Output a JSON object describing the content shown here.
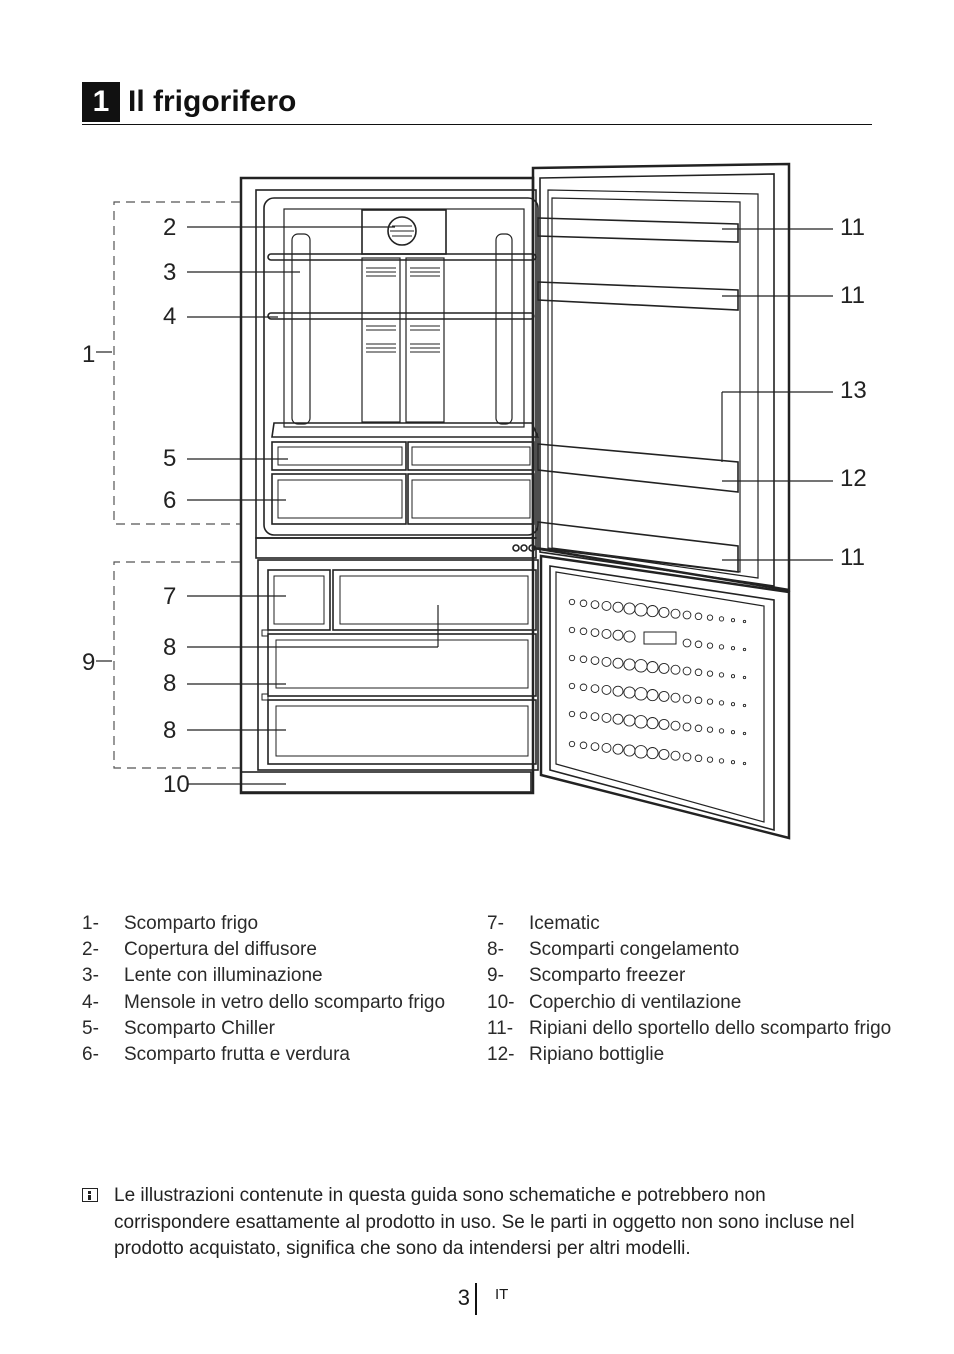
{
  "section": {
    "number": "1",
    "title": "Il frigorifero"
  },
  "callouts": {
    "c1": "1",
    "c2": "2",
    "c3": "3",
    "c4": "4",
    "c5": "5",
    "c6": "6",
    "c7": "7",
    "c8a": "8",
    "c8b": "8",
    "c8c": "8",
    "c9": "9",
    "c10": "10",
    "c11a": "11",
    "c11b": "11",
    "c11c": "11",
    "c12": "12",
    "c13": "13"
  },
  "legend_left": [
    {
      "n": "1-",
      "text": "Scomparto frigo"
    },
    {
      "n": "2-",
      "text": "Copertura del diffusore"
    },
    {
      "n": "3-",
      "text": "Lente con illuminazione"
    },
    {
      "n": "4-",
      "text": "Mensole in vetro dello scomparto frigo"
    },
    {
      "n": "5-",
      "text": "Scomparto Chiller"
    },
    {
      "n": "6-",
      "text": "Scomparto frutta e verdura"
    }
  ],
  "legend_right": [
    {
      "n": "7-",
      "text": "Icematic"
    },
    {
      "n": "8-",
      "text": "Scomparti congelamento"
    },
    {
      "n": "9-",
      "text": "Scomparto freezer"
    },
    {
      "n": "10-",
      "text": "Coperchio di ventilazione"
    },
    {
      "n": "11-",
      "text": "Ripiani dello sportello dello scomparto frigo"
    },
    {
      "n": "12-",
      "text": "Ripiano bottiglie"
    }
  ],
  "note": "Le illustrazioni contenute in questa guida sono schematiche e potrebbero non corrispondere esattamente al prodotto in uso. Se le parti in oggetto non sono incluse nel prodotto acquistato, significa che sono da intendersi per altri modelli.",
  "footer": {
    "page": "3",
    "lang": "IT"
  }
}
